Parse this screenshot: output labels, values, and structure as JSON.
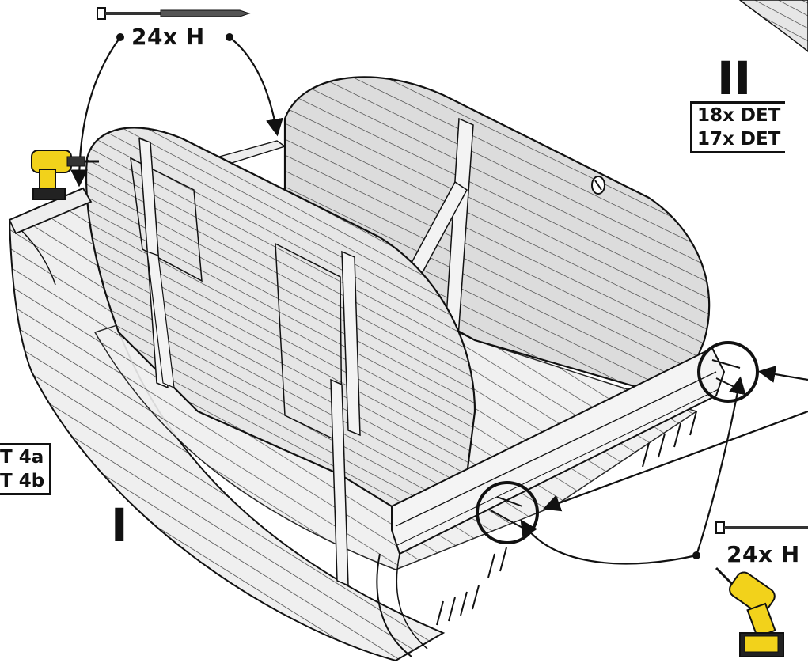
{
  "labels": {
    "screw_qty_top": "24x H",
    "screw_qty_bottom": "24x H",
    "step_right": "II",
    "step_left": "I"
  },
  "detail_box_right": [
    "18x DET",
    "17x DET"
  ],
  "detail_box_left": [
    "T 4a",
    "T 4b"
  ],
  "colors": {
    "line": "#111111",
    "wood_light": "#f2f2f2",
    "wood_mid": "#d9d9d9",
    "wood_dark": "#bdbdbd",
    "drill_yellow": "#f2d21b"
  },
  "icons": [
    "screw-icon",
    "drill-icon",
    "detail-circle",
    "arrow"
  ]
}
